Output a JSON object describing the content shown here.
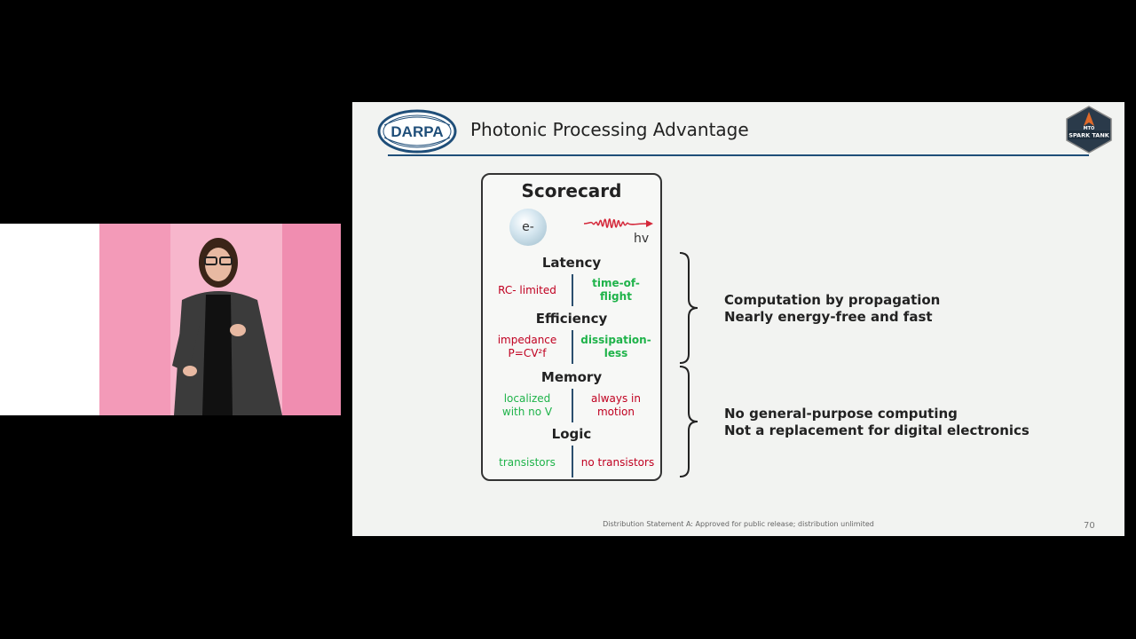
{
  "slide": {
    "title": "Photonic Processing Advantage",
    "logo_text": "DARPA",
    "badge_line1": "MTO",
    "badge_line2": "SPARK TANK",
    "footer": "Distribution Statement A: Approved for public release; distribution unlimited",
    "page_number": "70"
  },
  "scorecard": {
    "title": "Scorecard",
    "electron_label": "e-",
    "photon_label": "hv",
    "sections": [
      {
        "heading": "Latency",
        "left": "RC- limited",
        "right": "time-of-\nflight"
      },
      {
        "heading": "Efficiency",
        "left": "impedance\nP=CV²f",
        "right": "dissipation-\nless"
      },
      {
        "heading": "Memory",
        "left": "localized\nwith no V",
        "right": "always in\nmotion"
      },
      {
        "heading": "Logic",
        "left": "transistors",
        "right": "no transistors"
      }
    ]
  },
  "bullets": {
    "group1": [
      "Computation by propagation",
      "Nearly energy-free and fast"
    ],
    "group2": [
      "No general-purpose computing",
      "Not a replacement for digital electronics"
    ]
  },
  "colors": {
    "advantage": "#1fb34a",
    "disadvantage": "#c00020",
    "rule": "#1f4e79"
  }
}
